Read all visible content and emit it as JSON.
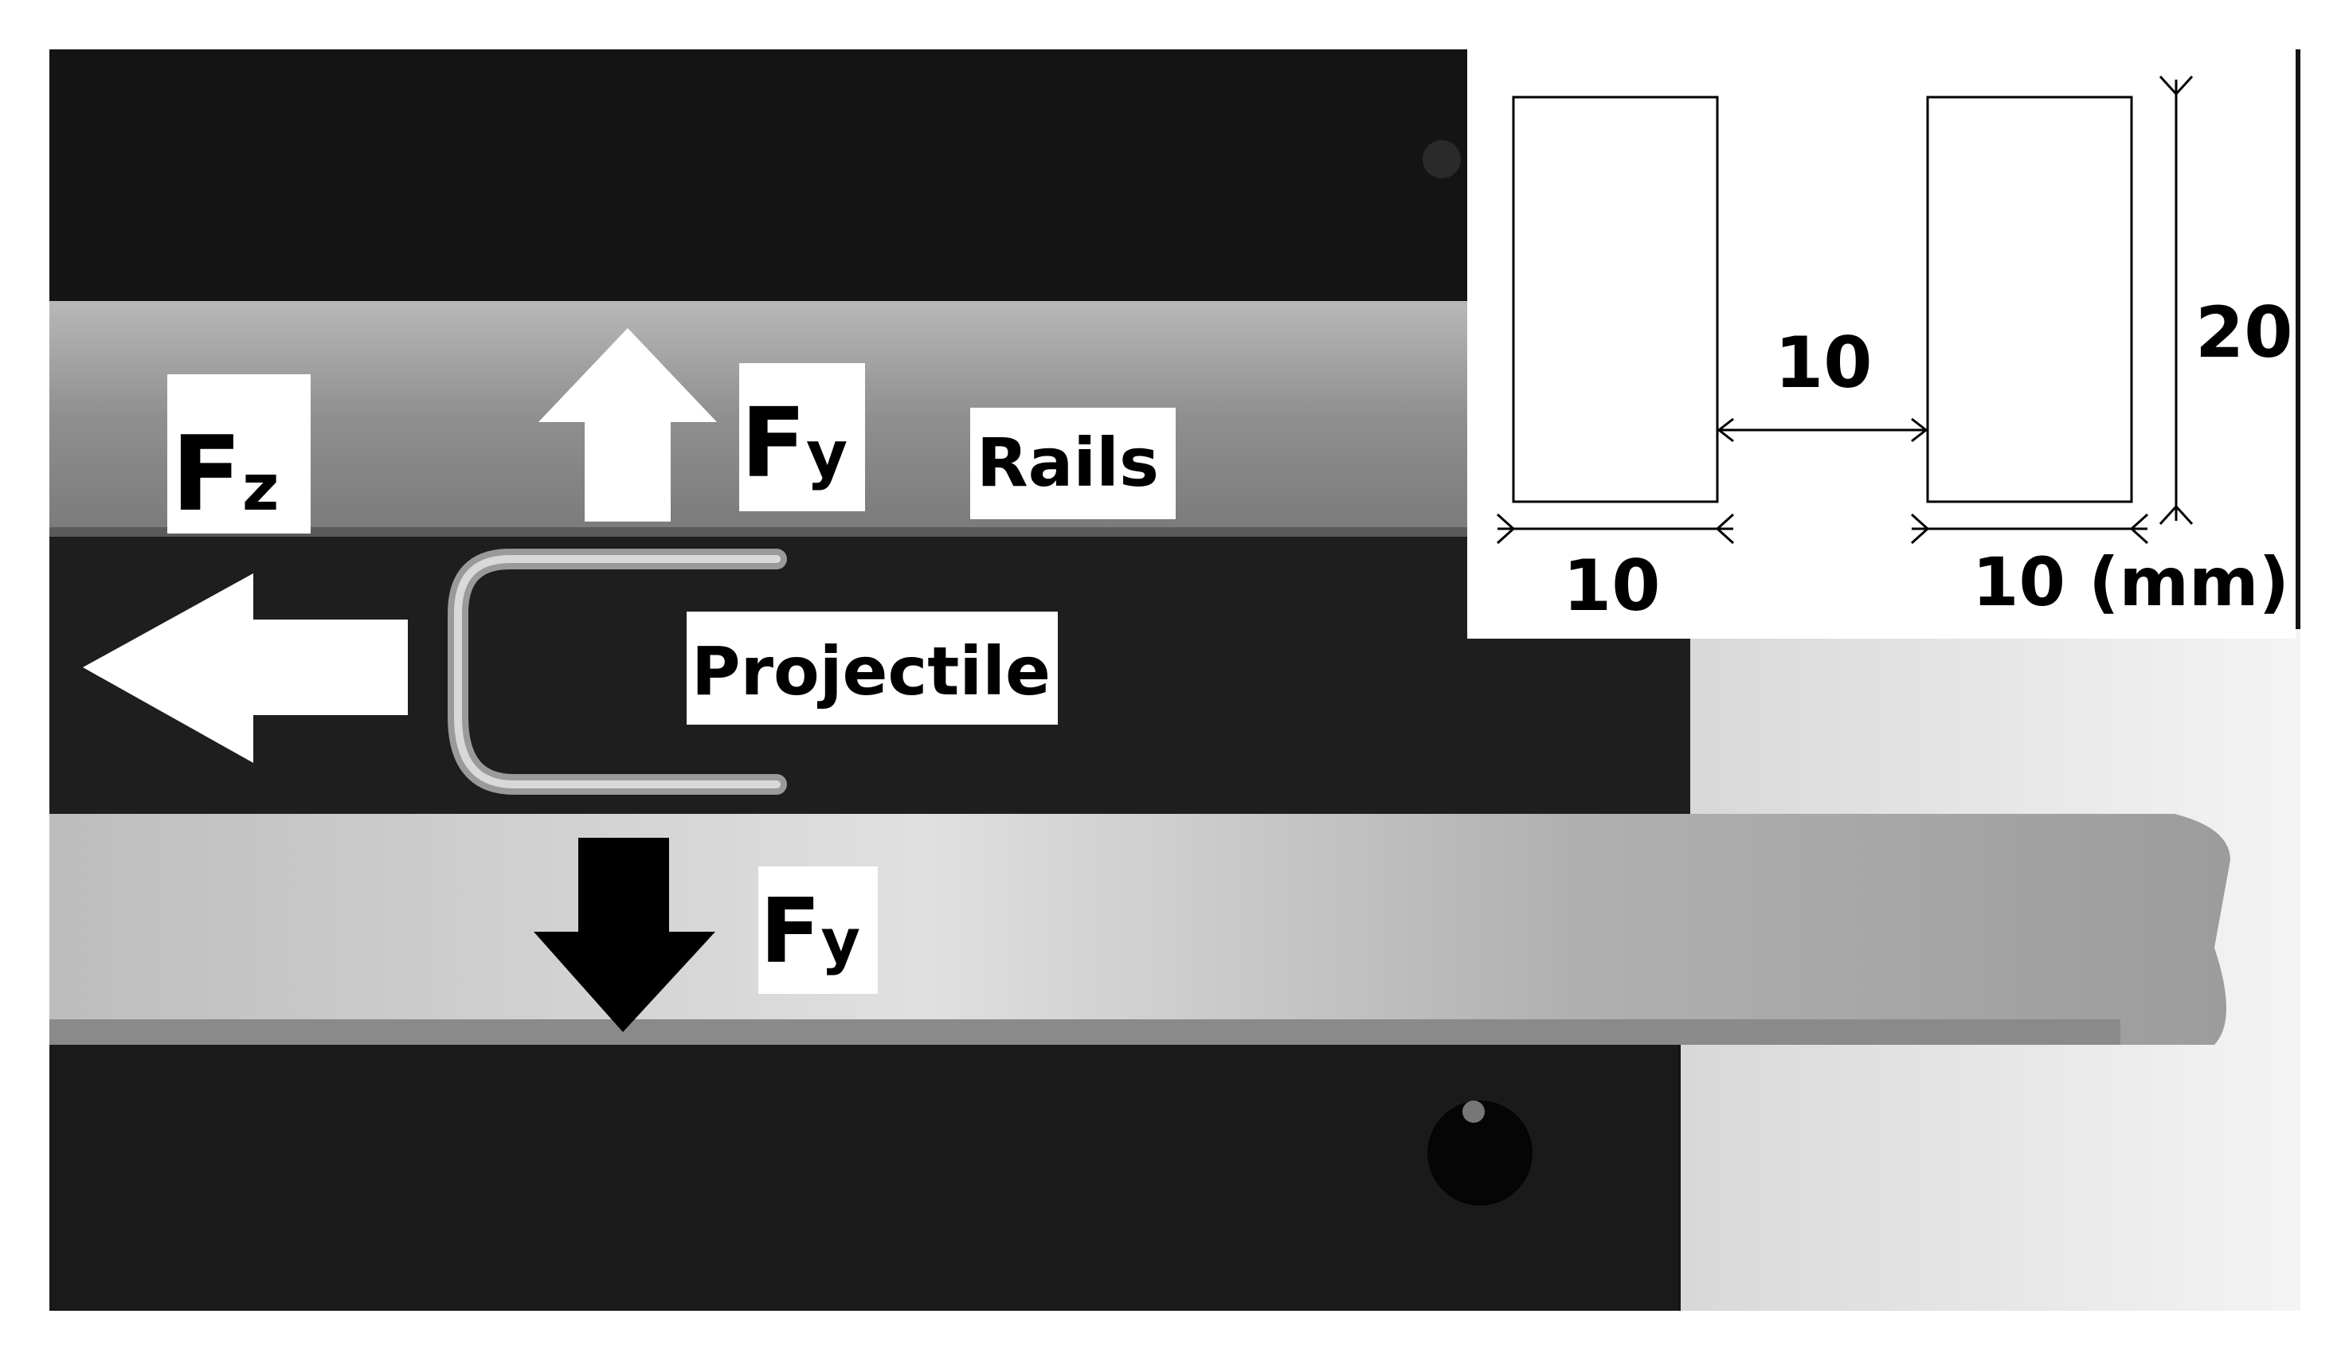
{
  "labels": {
    "fz_main": "F",
    "fz_sub": "z",
    "fy_top_main": "F",
    "fy_top_sub": "y",
    "rails": "Rails",
    "projectile": "Projectile",
    "fy_bottom_main": "F",
    "fy_bottom_sub": "y"
  },
  "inset": {
    "gap_dim": "10",
    "height_dim": "20",
    "left_width_dim": "10",
    "right_width_dim": "10 (mm)"
  },
  "colors": {
    "dark_background": "#1c1c1c",
    "rail_metal": "#9a9a9a",
    "projectile_metal": "#cfcfcf",
    "arrow_light": "#ffffff",
    "arrow_dark": "#000000",
    "inset_background": "#ffffff"
  },
  "icons": [
    "arrow-up-icon",
    "arrow-left-icon",
    "arrow-down-icon"
  ]
}
